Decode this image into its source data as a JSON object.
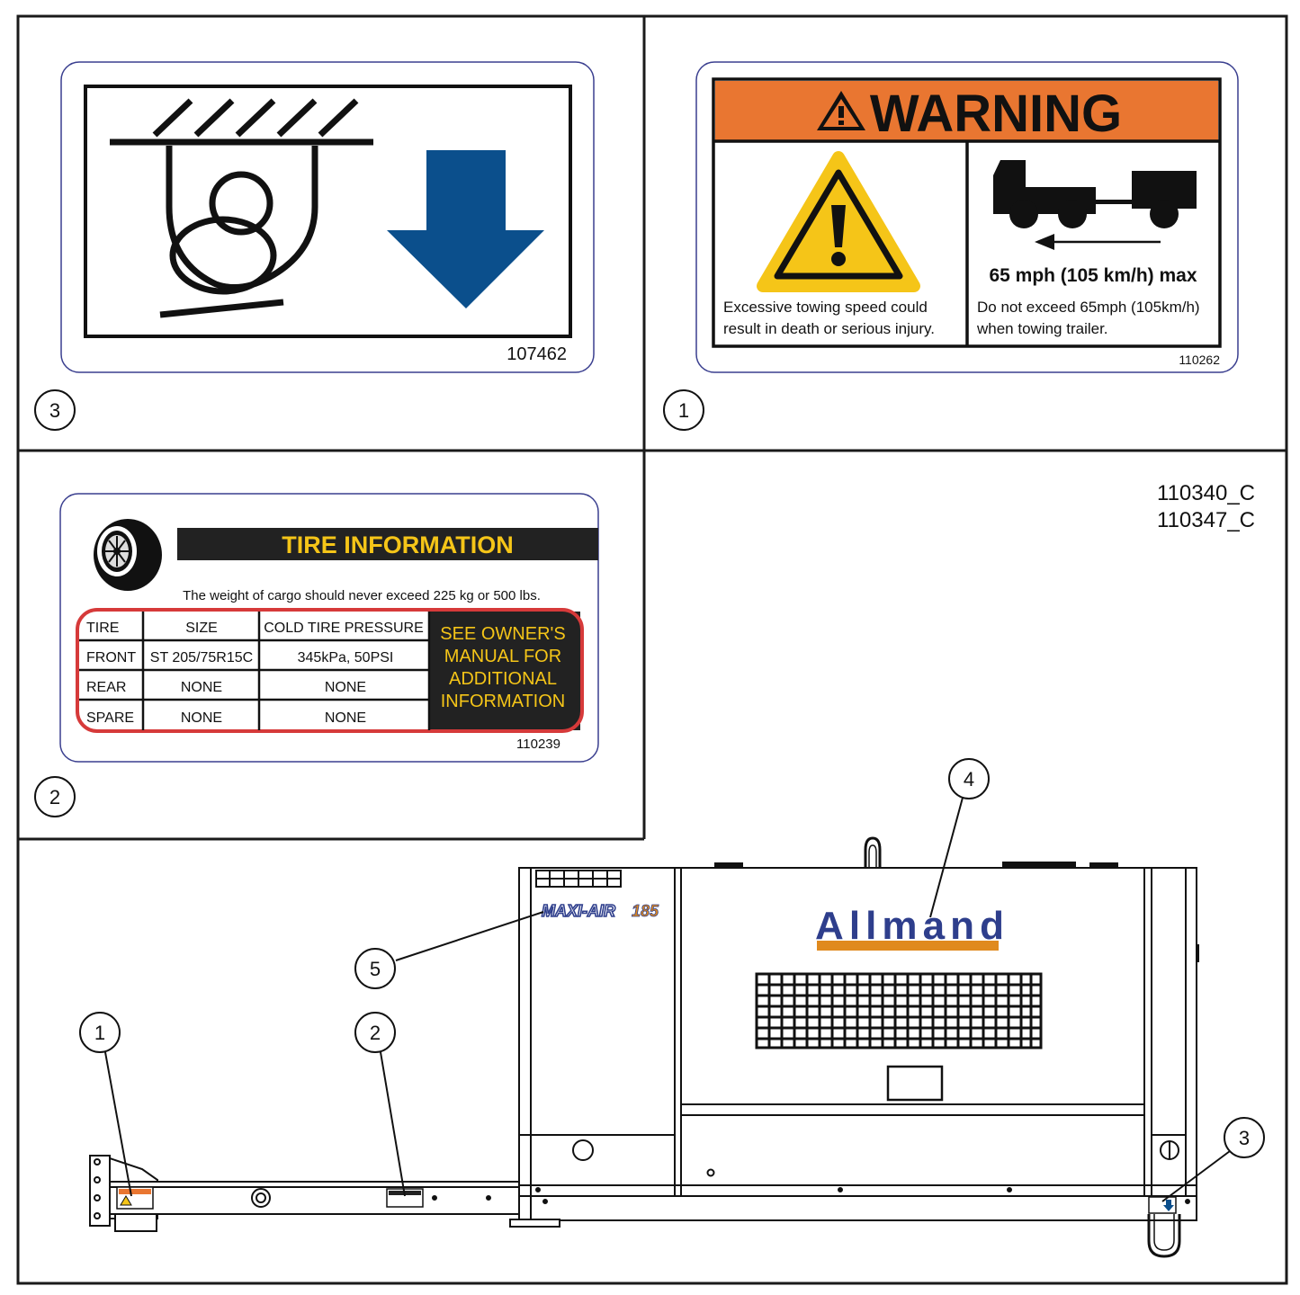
{
  "drawing_ids": [
    "110340_C",
    "110347_C"
  ],
  "panels": {
    "lift_decal": {
      "callout": "3",
      "part_number": "107462"
    },
    "warning_decal": {
      "callout": "1",
      "header": "WARNING",
      "left_text": [
        "Excessive towing speed could",
        "result in death or serious injury."
      ],
      "speed_limit": "65 mph (105 km/h) max",
      "right_text": [
        "Do not exceed 65mph (105km/h)",
        "when towing trailer."
      ],
      "part_number": "110262",
      "colors": {
        "header": "#E97631",
        "hazard_yellow": "#F5C518"
      }
    },
    "tire_decal": {
      "callout": "2",
      "title": "TIRE INFORMATION",
      "subtitle": "The weight of cargo should never exceed 225 kg or 500 lbs.",
      "headers": [
        "TIRE",
        "SIZE",
        "COLD TIRE PRESSURE"
      ],
      "rows": [
        [
          "FRONT",
          "ST 205/75R15C",
          "345kPa, 50PSI"
        ],
        [
          "REAR",
          "NONE",
          "NONE"
        ],
        [
          "SPARE",
          "NONE",
          "NONE"
        ]
      ],
      "note": [
        "SEE OWNER'S",
        "MANUAL FOR",
        "ADDITIONAL",
        "INFORMATION"
      ],
      "part_number": "110239",
      "colors": {
        "title_text": "#F5C518",
        "border": "#D63A3A",
        "note_text": "#F5C518"
      }
    }
  },
  "machine": {
    "model_logo": "MAXI-AIR",
    "model_number": "185",
    "brand_logo": "Allmand",
    "callouts": [
      "4",
      "5",
      "1",
      "2",
      "3"
    ],
    "colors": {
      "brand_blue": "#2E3E8C",
      "brand_orange": "#E08A1E",
      "arrow_blue": "#0B4F8C"
    }
  }
}
